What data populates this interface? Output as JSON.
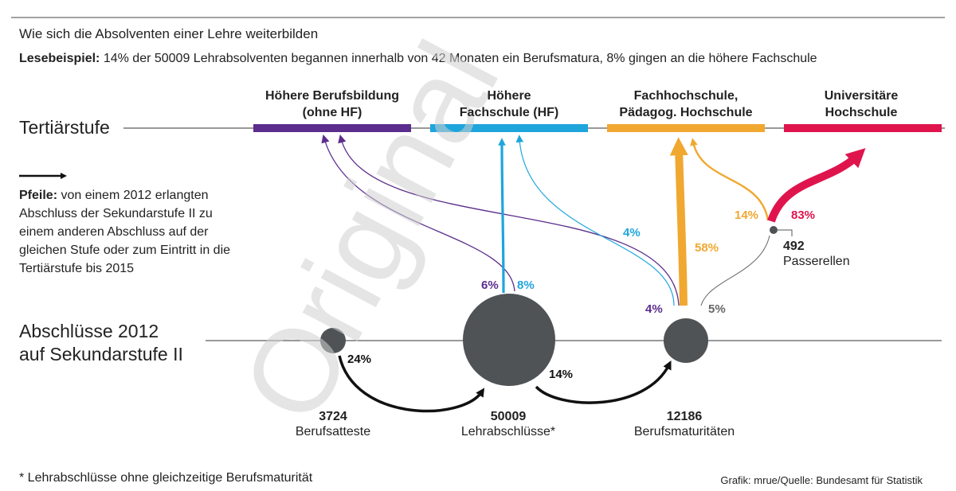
{
  "title": "Wie sich die Absolventen einer Lehre weiterbilden",
  "reading_example": {
    "label": "Lesebeispiel:",
    "text": " 14% der 50009 Lehrabsolventen begannen innerhalb von 42 Monaten ein Berufsmatura, 8% gingen an die höhere Fachschule"
  },
  "levels": {
    "tertiary": "Tertiärstufe",
    "secondary_line1": "Abschlüsse 2012",
    "secondary_line2": "auf Sekundarstufe II"
  },
  "categories": [
    {
      "line1": "Höhere Berufsbildung",
      "line2": "(ohne HF)",
      "color": "#5b2d8c"
    },
    {
      "line1": "Höhere",
      "line2": "Fachschule (HF)",
      "color": "#1ea5dc"
    },
    {
      "line1": "Fachhochschule,",
      "line2": "Pädagog. Hochschule",
      "color": "#f0a830"
    },
    {
      "line1": "Universitäre",
      "line2": "Hochschule",
      "color": "#e0144c"
    }
  ],
  "legend": {
    "label": "Pfeile:",
    "text": " von einem 2012 erlangten Abschluss der Sekundarstufe II zu einem anderen Abschluss auf der gleichen Stufe oder zum Eintritt in die Tertiärstufe bis 2015"
  },
  "nodes": [
    {
      "value": "3724",
      "label": "Berufsatteste"
    },
    {
      "value": "50009",
      "label": "Lehrabschlüsse*"
    },
    {
      "value": "12186",
      "label": "Berufsmaturitäten"
    },
    {
      "value": "492",
      "label": "Passerellen"
    }
  ],
  "flows": {
    "attest_to_lehre": "24%",
    "lehre_to_bm": "14%",
    "lehre_to_hbb": "6%",
    "lehre_to_hf": "8%",
    "bm_to_hbb": "4%",
    "bm_to_hf": "4%",
    "bm_to_fh": "58%",
    "bm_to_pass": "5%",
    "pass_to_fh": "14%",
    "pass_to_uni": "83%"
  },
  "footnote": "* Lehrabschlüsse ohne gleichzeitige Berufsmaturität",
  "credit": "Grafik: mrue/Quelle: Bundesamt für Statistik",
  "watermark": "Original",
  "colors": {
    "node": "#505356",
    "line": "#333333",
    "grey_arrow": "#666666"
  }
}
